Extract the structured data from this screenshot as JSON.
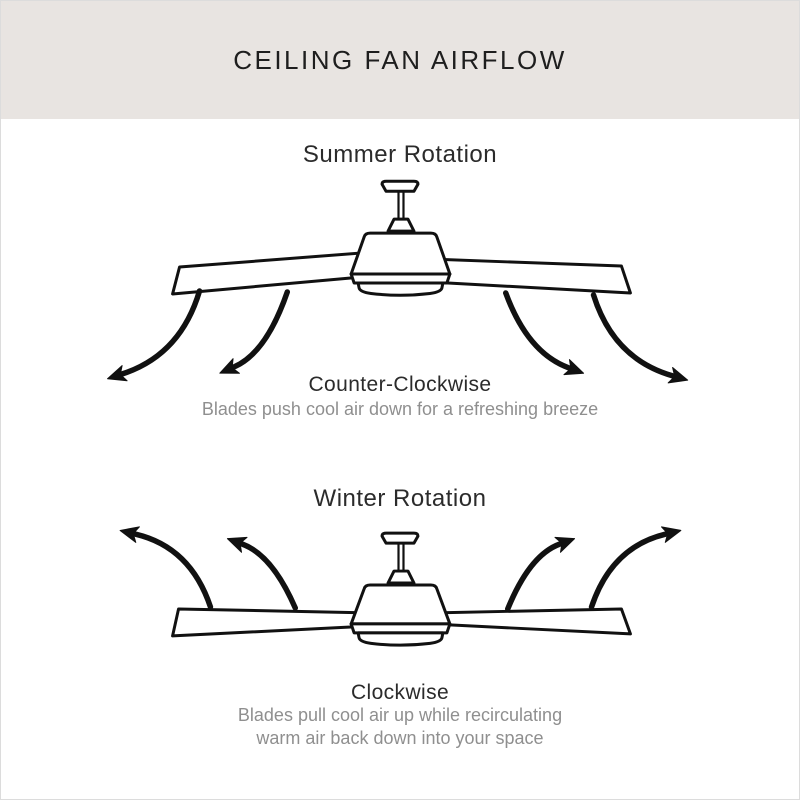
{
  "header": {
    "title": "CEILING FAN AIRFLOW"
  },
  "summer": {
    "title": "Summer Rotation",
    "direction": "Counter-Clockwise",
    "description": "Blades push cool air down for a refreshing breeze"
  },
  "winter": {
    "title": "Winter Rotation",
    "direction": "Clockwise",
    "description_line1": "Blades pull cool air up while recirculating",
    "description_line2": "warm air back down into your space"
  },
  "icons": {
    "summer_fan": "ceiling-fan-side-view",
    "winter_fan": "ceiling-fan-side-view",
    "summer_arrows": "curved-arrows-airflow-downward",
    "winter_arrows": "curved-arrows-airflow-upward"
  },
  "colors": {
    "header_background": "#e8e4e1",
    "header_text": "#1e1e1e",
    "title_text": "#2b2b2b",
    "muted_text": "#8f8f8f",
    "artwork_line": "#111111",
    "page_background": "#ffffff",
    "page_border": "#dcdcdc"
  }
}
